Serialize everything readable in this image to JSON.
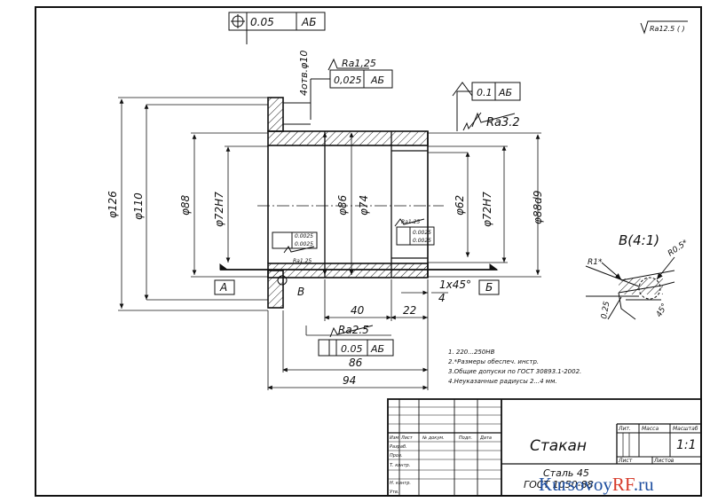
{
  "tolerance_frame_top": {
    "value": "0.05",
    "datum": "АБ"
  },
  "holes_callout": "4отв.φ10",
  "roughness_flange": "Ra1,25",
  "runout_flange": {
    "value": "0,025",
    "datum": "АБ"
  },
  "runout_right": {
    "value": "0.1",
    "datum": "АБ"
  },
  "roughness_right": "Ra3.2",
  "general_roughness": "Ra12.5 (  )",
  "diameters": {
    "d126": "φ126",
    "d110": "φ110",
    "d88": "φ88",
    "d72h7_left": "φ72H7",
    "d86": "φ86",
    "d74": "φ74",
    "d62": "φ62",
    "d72h7_right": "φ72H7",
    "d88d9": "φ88d9"
  },
  "small_frames": {
    "left_a": "0.0025",
    "left_b": "0.0025",
    "left_ra": "Ra1.25",
    "right_a": "0.0025",
    "right_b": "0.0025",
    "right_ra": "Ra1.25"
  },
  "datum_a": "А",
  "datum_b": "Б",
  "view_ref": "В",
  "chamfer": "1x45°",
  "dim_4": "4",
  "dim_40": "40",
  "dim_22": "22",
  "roughness_bottom": "Ra2.5",
  "bottom_frame": {
    "value": "0.05",
    "datum": "АБ"
  },
  "dim_86": "86",
  "dim_94": "94",
  "notes": [
    "1. 220...250HB",
    "2.*Размеры обеспеч. инстр.",
    "3.Общие допуски по ГОСТ 30893.1-2002.",
    "4.Неуказанные радиусы 2...4 мм."
  ],
  "detail_view": {
    "title": "В(4:1)",
    "r1": "R1*",
    "r05": "R0.5*",
    "d025": "0.25",
    "a45": "45°"
  },
  "title_block": {
    "name": "Стакан",
    "material_line1": "Сталь 45",
    "material_line2": "ГОСТ 1050-88",
    "scale": "1:1",
    "col_lit": "Лит.",
    "col_mass": "Масса",
    "col_scale": "Масштаб",
    "cols": [
      "Изм",
      "Лист",
      "№ докум.",
      "Подп.",
      "Дата"
    ],
    "rows": [
      "Разраб.",
      "Пров.",
      "Т. контр.",
      "Н. контр.",
      "Утв."
    ],
    "sheet": "Лист",
    "sheets": "Листов"
  },
  "watermark": {
    "part1": "Kursovoy",
    "part2": "RF",
    "part3": ".ru"
  }
}
